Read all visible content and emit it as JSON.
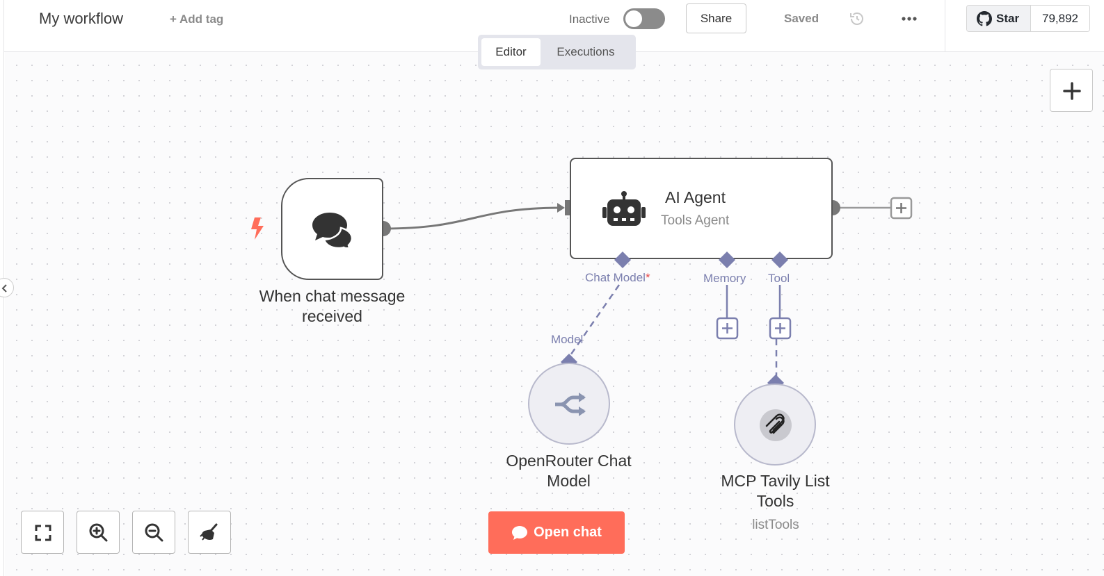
{
  "header": {
    "workflow_name": "My workflow",
    "add_tag": "+ Add tag",
    "status": "Inactive",
    "share": "Share",
    "saved": "Saved",
    "github_star": "Star",
    "github_count": "79,892"
  },
  "tabs": [
    {
      "label": "Editor",
      "active": true
    },
    {
      "label": "Executions",
      "active": false
    }
  ],
  "nodes": {
    "trigger": {
      "label_line1": "When chat message",
      "label_line2": "received",
      "icon": "chat-bubbles-icon"
    },
    "agent": {
      "title": "AI Agent",
      "subtitle": "Tools Agent",
      "icon": "robot-icon"
    },
    "model": {
      "label_line1": "OpenRouter Chat",
      "label_line2": "Model",
      "connector": "Model",
      "icon": "openrouter-icon"
    },
    "tool": {
      "label_line1": "MCP Tavily List",
      "label_line2": "Tools",
      "subtitle": "listTools",
      "icon": "mcp-icon"
    }
  },
  "connectors": {
    "chat_model": "Chat Model",
    "required_mark": "*",
    "memory": "Memory",
    "tool": "Tool"
  },
  "bottom": {
    "open_chat": "Open chat"
  },
  "colors": {
    "accent": "#ff6d5a",
    "connector": "#7b7fae",
    "edge": "#777777",
    "toggle_off": "#8b8b8b"
  }
}
